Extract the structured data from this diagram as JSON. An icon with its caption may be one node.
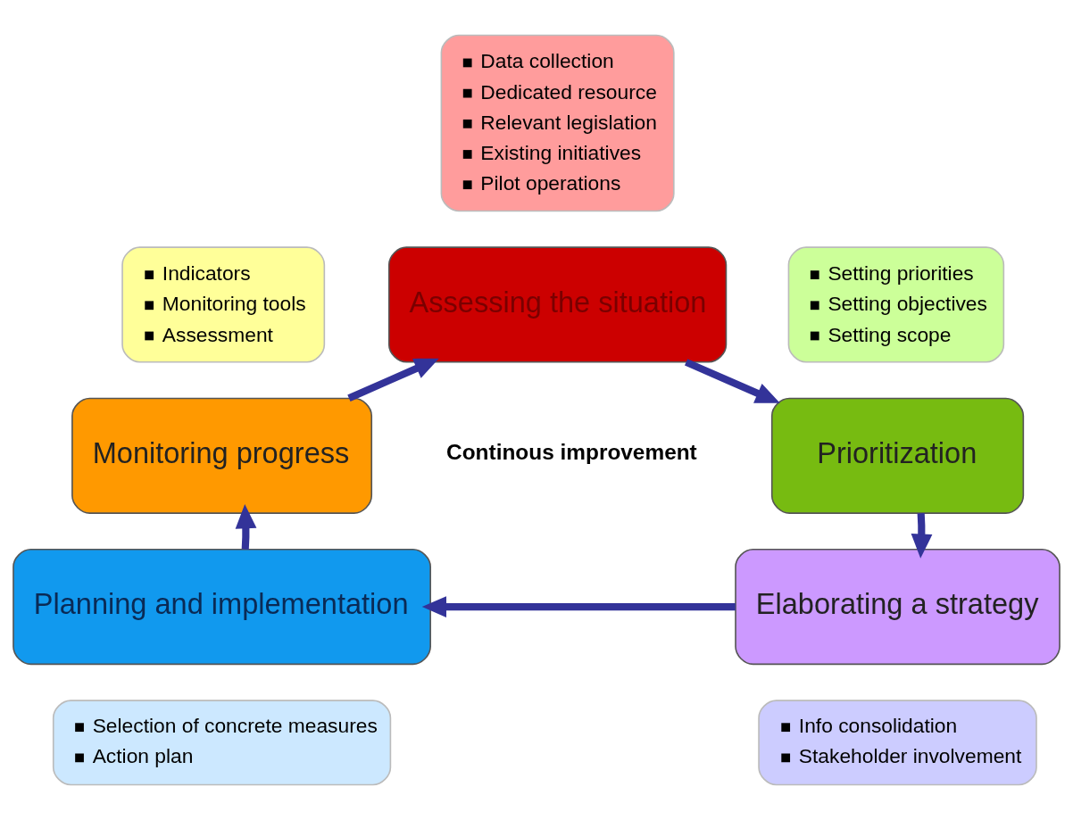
{
  "diagram": {
    "nodes": [
      {
        "text": [
          "Data collection",
          "Dedicated resource",
          "Relevant legislation",
          "Existing initiatives",
          "Pilot operations"
        ]
      },
      {
        "text": [
          "Assessing the situation"
        ]
      },
      {
        "text": [
          "Indicators",
          "Monitoring tools",
          "Assessment"
        ]
      },
      {
        "text": [
          "Setting priorities",
          "Setting objectives",
          "Setting scope"
        ]
      },
      {
        "text": [
          "Monitoring progress"
        ]
      },
      {
        "text": [
          "Prioritization"
        ]
      },
      {
        "text": [
          "Planning and implementation"
        ]
      },
      {
        "text": [
          "Elaborating a strategy"
        ]
      },
      {
        "text": [
          "Selection of concrete measures",
          "Action plan"
        ]
      },
      {
        "text": [
          "Info consolidation",
          "Stakeholder involvement"
        ]
      }
    ],
    "edges": [
      {
        "from": 1,
        "to": 5,
        "arrow": "to"
      },
      {
        "from": 5,
        "to": 7,
        "arrow": "to"
      },
      {
        "from": 7,
        "to": 6,
        "arrow": "to"
      },
      {
        "from": 6,
        "to": 4,
        "arrow": "to"
      },
      {
        "from": 4,
        "to": 1,
        "arrow": "to"
      }
    ],
    "labels": [
      "Continous improvement"
    ]
  }
}
